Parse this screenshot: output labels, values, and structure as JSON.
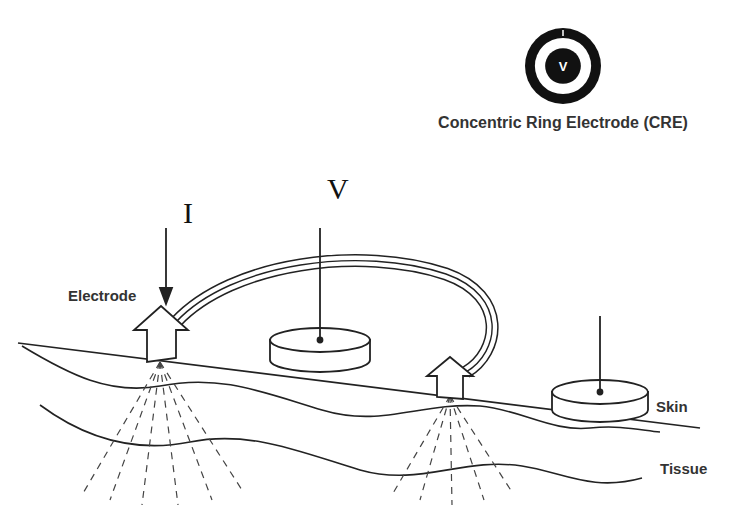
{
  "diagram": {
    "nodes": [
      {
        "text": [
          "V",
          "Concentric Ring Electrode (CRE)"
        ]
      }
    ],
    "labels": [
      "I",
      "V",
      "Electrode",
      "Skin",
      "Tissue"
    ]
  }
}
